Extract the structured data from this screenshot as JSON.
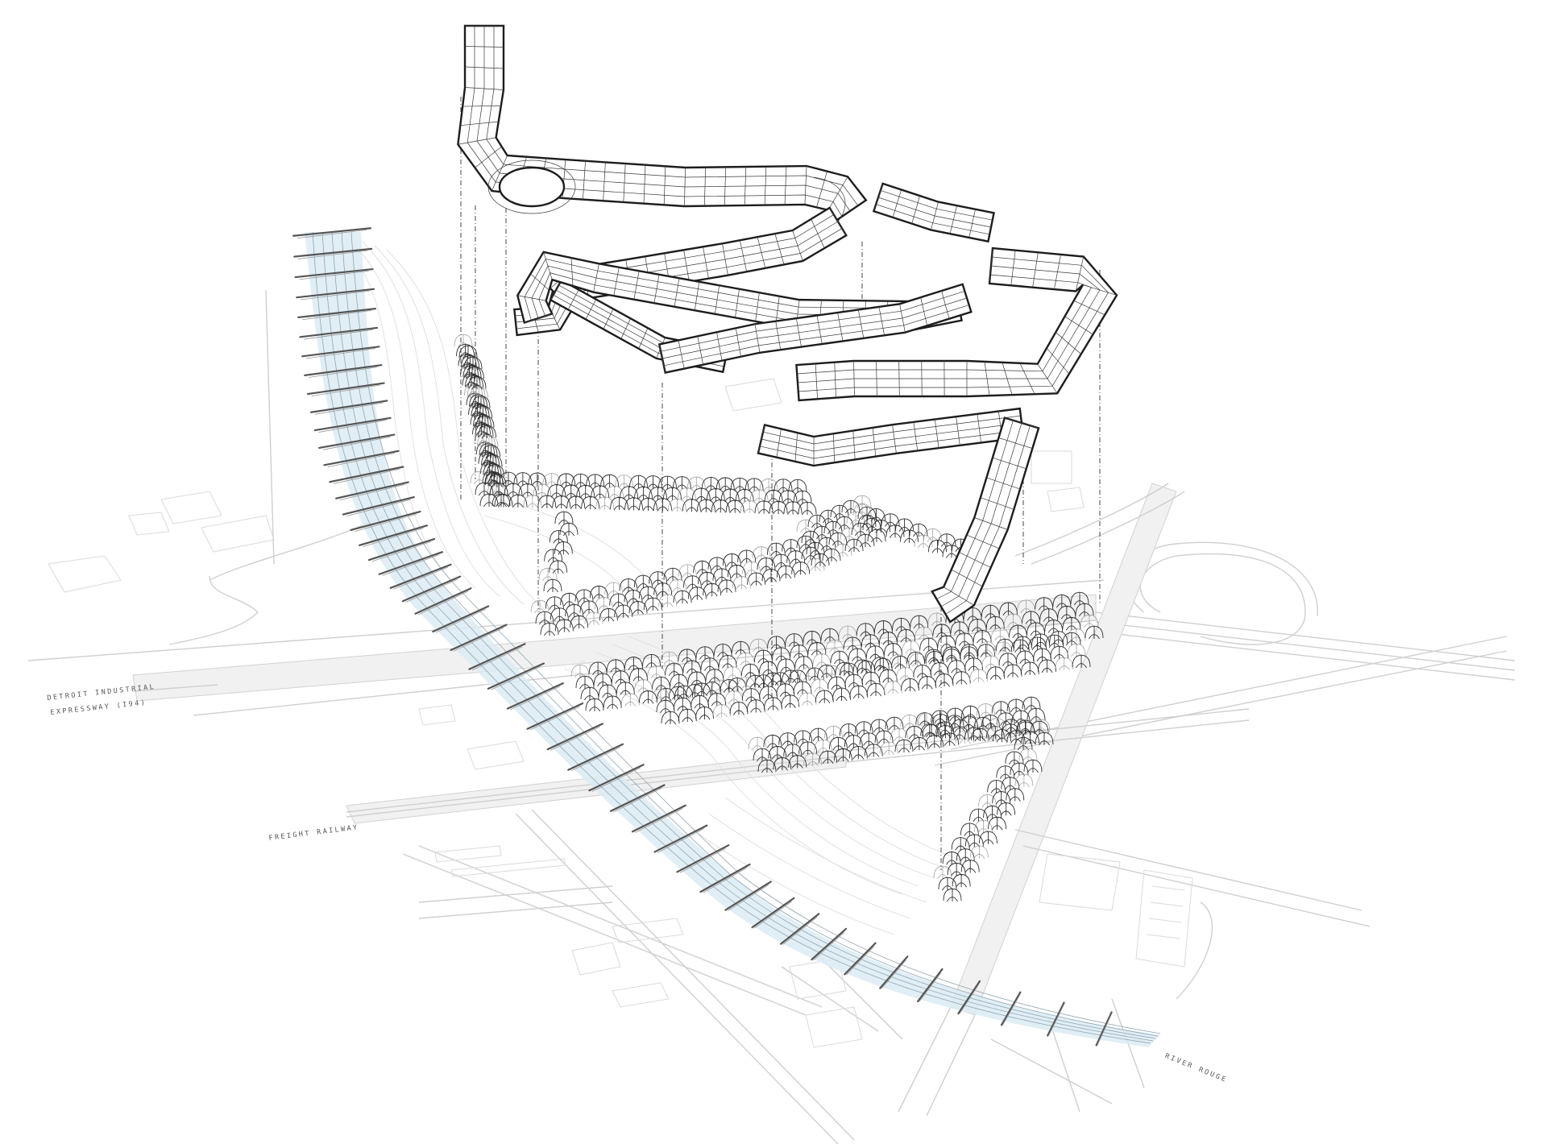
{
  "labels": {
    "expressway_line1": "DETROIT INDUSTRIAL",
    "expressway_line2": "EXPRESSWAY (I94)",
    "railway": "FREIGHT RAILWAY",
    "river": "RIVER ROUGE"
  },
  "colors": {
    "river": "#dcebf3",
    "linework": "#1d1d1d",
    "context": "#d2d2d2"
  }
}
